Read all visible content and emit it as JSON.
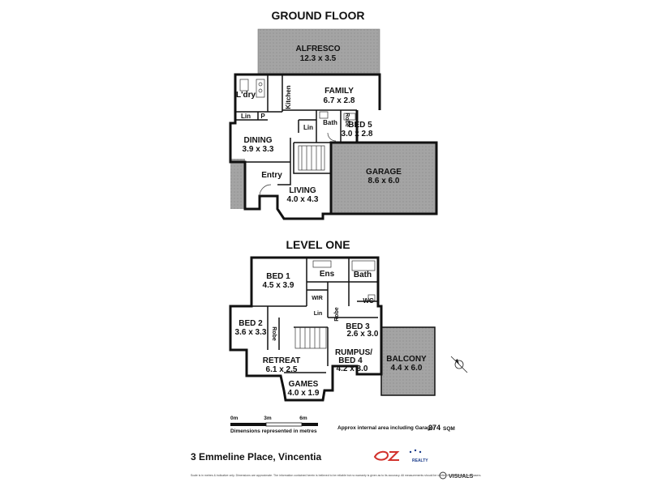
{
  "ground_floor": {
    "heading": "GROUND FLOOR",
    "rooms": {
      "alfresco": {
        "name": "ALFRESCO",
        "dims": "12.3 x 3.5"
      },
      "family": {
        "name": "FAMILY",
        "dims": "6.7 x 2.8"
      },
      "laundry": {
        "name": "L'dry"
      },
      "kitchen": {
        "name": "Kitchen"
      },
      "lin_left": {
        "name": "Lin"
      },
      "pantry": {
        "name": "P"
      },
      "lin_right": {
        "name": "Lin"
      },
      "bath": {
        "name": "Bath"
      },
      "robe": {
        "name": "Robe"
      },
      "bed5": {
        "name": "BED 5",
        "dims": "3.0 x 2.8"
      },
      "dining": {
        "name": "DINING",
        "dims": "3.9 x 3.3"
      },
      "entry": {
        "name": "Entry"
      },
      "living": {
        "name": "LIVING",
        "dims": "4.0 x 4.3"
      },
      "garage": {
        "name": "GARAGE",
        "dims": "8.6 x 6.0"
      }
    }
  },
  "level_one": {
    "heading": "LEVEL ONE",
    "rooms": {
      "bed1": {
        "name": "BED 1",
        "dims": "4.5 x 3.9"
      },
      "ens": {
        "name": "Ens"
      },
      "bath": {
        "name": "Bath"
      },
      "wir": {
        "name": "WIR"
      },
      "wc": {
        "name": "WC"
      },
      "lin": {
        "name": "Lin"
      },
      "robe_bed3": {
        "name": "Robe"
      },
      "bed2": {
        "name": "BED 2",
        "dims": "3.6 x 3.3"
      },
      "robe_bed2": {
        "name": "Robe"
      },
      "bed3": {
        "name": "BED 3",
        "dims": "2.6 x 3.0"
      },
      "rumpus": {
        "name": "RUMPUS/",
        "name2": "BED 4",
        "dims": "4.2 x 3.0"
      },
      "balcony": {
        "name": "BALCONY",
        "dims": "4.4 x 6.0"
      },
      "retreat": {
        "name": "RETREAT",
        "dims": "6.1 x 2.5"
      },
      "games": {
        "name": "GAMES",
        "dims": "4.0 x 1.9"
      }
    }
  },
  "scale_bar": {
    "ticks": [
      "0m",
      "3m",
      "6m"
    ],
    "caption": "Dimensions represented in metres"
  },
  "area": {
    "label": "Approx internal area including Garage:",
    "value": "274",
    "unit": "SQM"
  },
  "address": "3 Emmeline Place, Vincentia",
  "brand": {
    "realty_logo": "Oz REALTY",
    "visuals_logo": "VISUALS"
  },
  "disclaimer": "Scale is in metres & indicative only. Dimensions are approximate. The information contained herein is believed to be reliable but no warranty is given as to its accuracy. All measurements should be verified by prospective purchasers."
}
